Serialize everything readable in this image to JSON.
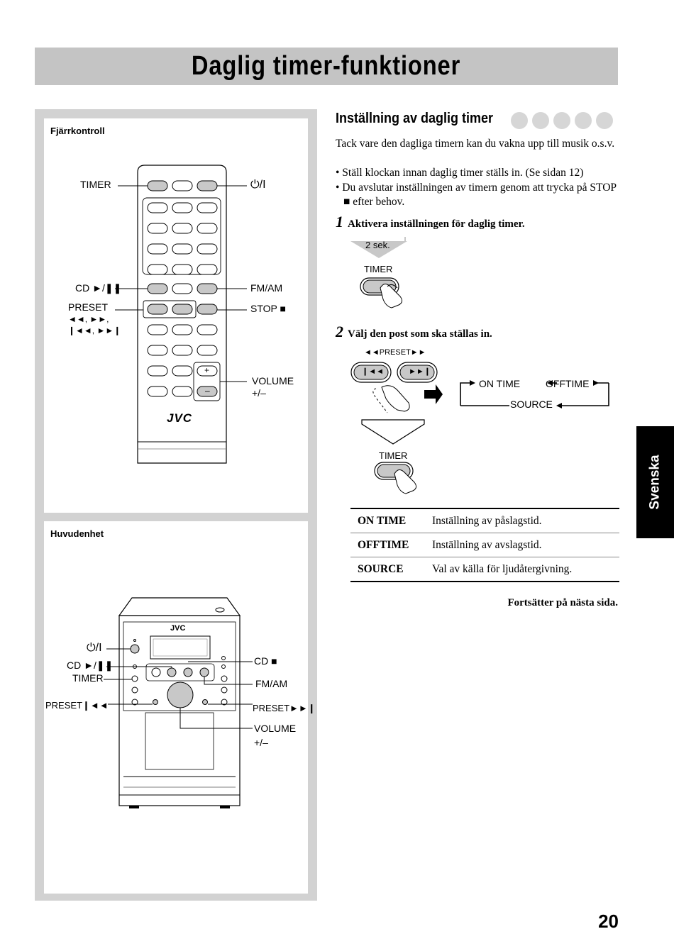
{
  "page": {
    "title": "Daglig timer-funktioner",
    "side_tab": "Svenska",
    "page_number": "20"
  },
  "remote": {
    "heading": "Fjärrkontroll",
    "labels": {
      "timer": "TIMER",
      "power": "⏻/I",
      "cd": "CD ►/❚❚",
      "fmam": "FM/AM",
      "preset": "PRESET",
      "preset_line2": "◄◄, ►►,",
      "preset_line3": "❙◄◄, ►►❙",
      "stop": "STOP ■",
      "volume": "VOLUME",
      "volume_line2": "+/–",
      "brand": "JVC",
      "vol_plus": "+",
      "vol_minus": "–"
    }
  },
  "main_unit": {
    "heading": "Huvudenhet",
    "labels": {
      "power": "⏻/I",
      "cd": "CD ►/❚❚",
      "timer": "TIMER",
      "preset_prev": "PRESET❙◄◄",
      "cd_stop": "CD ■",
      "fmam": "FM/AM",
      "preset_next": "PRESET►►❙",
      "volume": "VOLUME",
      "volume_line2": "+/–",
      "brand": "JVC"
    }
  },
  "section": {
    "heading": "Inställning av daglig timer",
    "intro": "Tack vare den dagliga timern kan du vakna upp till musik o.s.v.",
    "bullet1": "• Ställ klockan innan daglig timer ställs in. (Se sidan 12)",
    "bullet2": "• Du avslutar inställningen av timern genom att trycka på STOP ■ efter behov."
  },
  "steps": [
    {
      "number": "1",
      "text": "Aktivera inställningen för daglig timer."
    },
    {
      "number": "2",
      "text": "Välj den post som ska ställas in."
    }
  ],
  "illustrations": {
    "hold_label": "2 sek.",
    "timer_button": "TIMER",
    "preset_label": "◄◄PRESET►►",
    "prev_symbol": "❙◄◄",
    "next_symbol": "►►❙",
    "cycle": {
      "on_time": "ON TIME",
      "off_time": "OFFTIME",
      "source": "SOURCE"
    }
  },
  "settings_table": [
    {
      "key": "ON TIME",
      "value": "Inställning av påslagstid."
    },
    {
      "key": "OFFTIME",
      "value": "Inställning av avslagstid."
    },
    {
      "key": "SOURCE",
      "value": "Val av källa för ljudåtergivning."
    }
  ],
  "footer_note": "Fortsätter på nästa sida."
}
